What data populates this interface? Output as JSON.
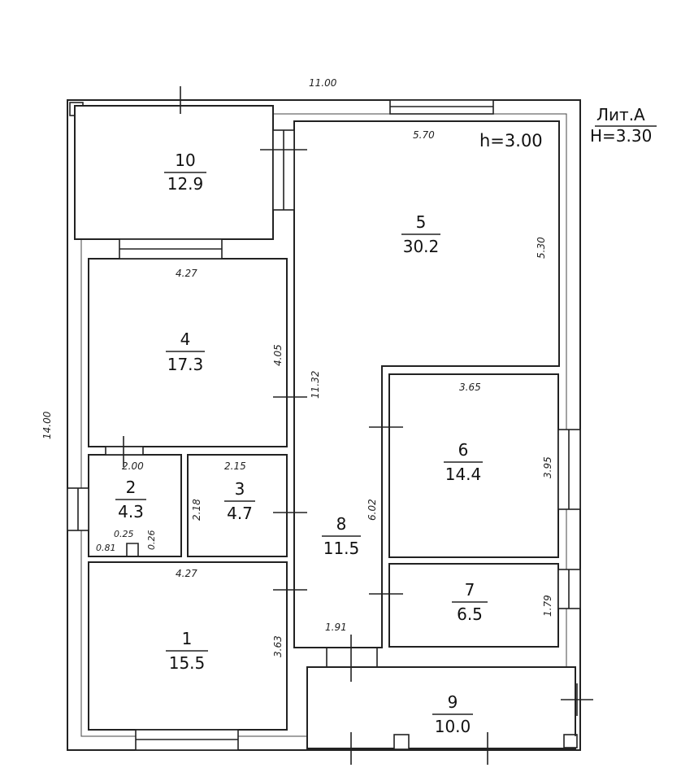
{
  "header": {
    "lit_label": "Лит.А",
    "height_label": "H=3.30",
    "room5_ceiling": "h=3.00"
  },
  "dimensions": {
    "overall_width": "11.00",
    "overall_depth": "14.00",
    "room5_width": "5.70",
    "room5_depth": "5.30",
    "room4_width": "4.27",
    "room4_depth": "4.05",
    "corridor_length": "11.32",
    "room6_width": "3.65",
    "room6_depth": "3.95",
    "room2_width": "2.00",
    "room3_width": "2.15",
    "room3_depth": "2.18",
    "room2_niche_a": "0.25",
    "room2_niche_b": "0.26",
    "room2_niche_c": "0.81",
    "room8_width": "6.02",
    "room1_width": "4.27",
    "room1_depth": "3.63",
    "room7_depth": "1.79",
    "room8_bottom": "1.91"
  },
  "rooms": [
    {
      "number": "1",
      "area": "15.5"
    },
    {
      "number": "2",
      "area": "4.3"
    },
    {
      "number": "3",
      "area": "4.7"
    },
    {
      "number": "4",
      "area": "17.3"
    },
    {
      "number": "5",
      "area": "30.2"
    },
    {
      "number": "6",
      "area": "14.4"
    },
    {
      "number": "7",
      "area": "6.5"
    },
    {
      "number": "8",
      "area": "11.5"
    },
    {
      "number": "9",
      "area": "10.0"
    },
    {
      "number": "10",
      "area": "12.9"
    }
  ]
}
